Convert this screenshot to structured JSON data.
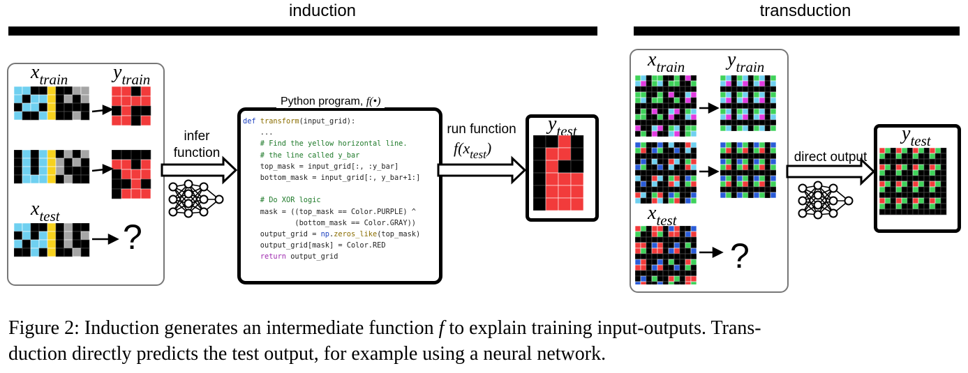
{
  "headers": {
    "induction": "induction",
    "transduction": "transduction"
  },
  "labels": {
    "x_train": [
      "x",
      "train"
    ],
    "y_train": [
      "y",
      "train"
    ],
    "x_test": [
      "x",
      "test"
    ],
    "y_test": [
      "y",
      "test"
    ]
  },
  "induction": {
    "infer_function": "infer function",
    "program_title": "Python program,",
    "program_title_fn": "f(•)",
    "run_function": "run function",
    "run_call": [
      "f(x",
      "test",
      ")"
    ],
    "question_mark": "?",
    "code": [
      "def transform(input_grid):",
      "    ...",
      "    # Find the yellow horizontal line.",
      "    # the line called y_bar",
      "    top_mask = input_grid[:, :y_bar]",
      "    bottom_mask = input_grid[:, y_bar+1:]",
      "",
      "    # Do XOR logic",
      "    mask = ((top_mask == Color.PURPLE) ^",
      "            (bottom_mask == Color.GRAY))",
      "    output_grid = np.zeros_like(top_mask)",
      "    output_grid[mask] = Color.RED",
      "    return output_grid"
    ]
  },
  "transduction": {
    "direct_output": "direct output",
    "question_mark": "?"
  },
  "caption": {
    "line1_a": "Figure 2: Induction generates an intermediate function ",
    "line1_f": "f",
    "line1_b": " to explain training input-outputs. Trans-",
    "line2": "duction directly predicts the test output, for example using a neural network."
  },
  "colors": {
    "black": "#000000",
    "blue": "#6fd0f0",
    "yellow": "#f7d21f",
    "gray": "#a5a5a5",
    "red": "#f23b3b",
    "green": "#3fd25a",
    "magenta": "#e23be0",
    "darkblue": "#2a5cd8",
    "white": "#ffffff"
  }
}
